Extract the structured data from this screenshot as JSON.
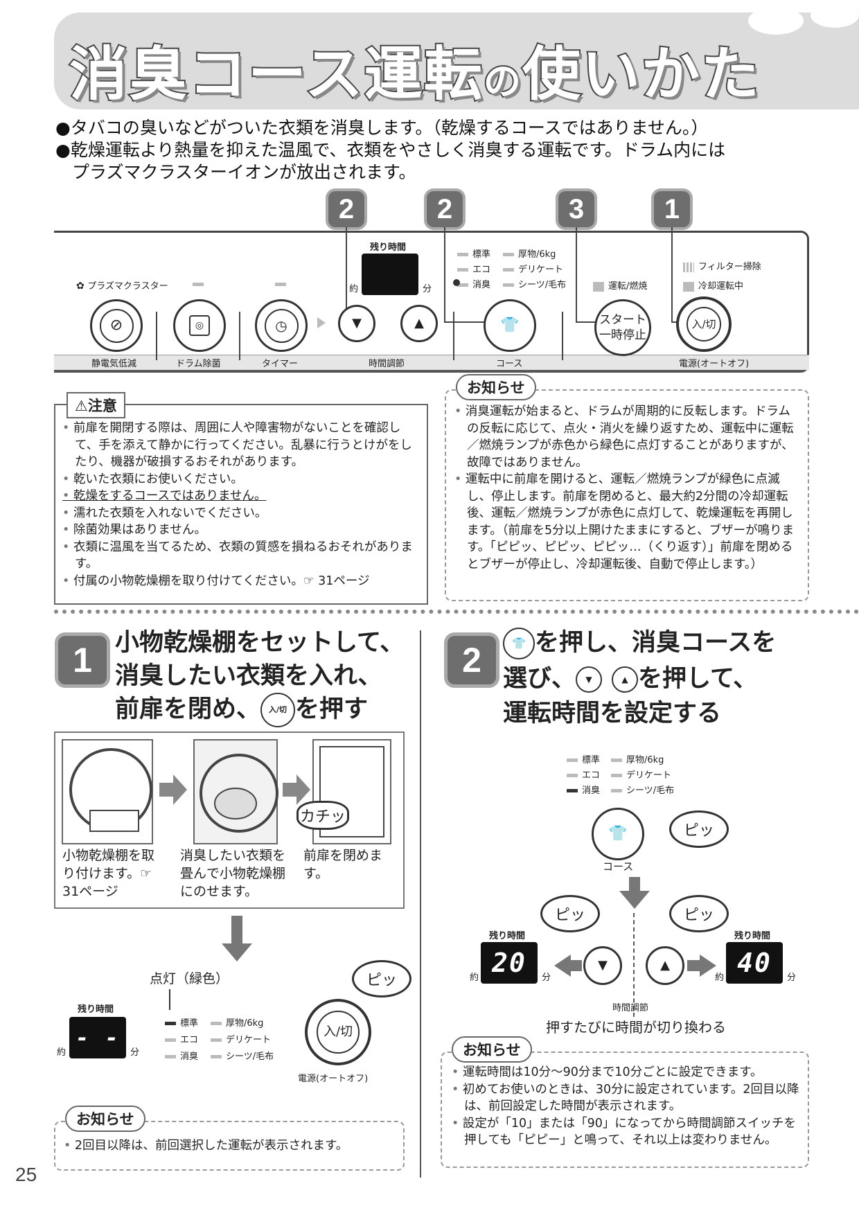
{
  "title": {
    "main1": "消臭コース運転",
    "particle": "の",
    "main2": "使いかた"
  },
  "intro": [
    "●タバコの臭いなどがついた衣類を消臭します。（乾燥するコースではありません。）",
    "●乾燥運転より熱量を抑えた温風で、衣類をやさしく消臭する運転です。ドラム内には",
    "プラズマクラスターイオンが放出されます。"
  ],
  "panel": {
    "badges": [
      "2",
      "2",
      "3",
      "1"
    ],
    "plasma_label": "プラズマクラスター",
    "remaining": "残り時間",
    "approx": "約",
    "minutes": "分",
    "courses": [
      "標準",
      "厚物/6kg",
      "エコ",
      "デリケート",
      "消臭",
      "シーツ/毛布"
    ],
    "filter": "フィルター掃除",
    "cooling": "冷却運転中",
    "run_burn": "運転/燃焼",
    "start_l1": "スタート",
    "start_l2": "一時停止",
    "power": "入/切",
    "labels": {
      "static": "静電気低減",
      "drum": "ドラム除菌",
      "timer": "タイマー",
      "time_adj": "時間調節",
      "course": "コース",
      "power": "電源(オートオフ)"
    }
  },
  "caution": {
    "title": "注意",
    "items": [
      "前扉を開閉する際は、周囲に人や障害物がないことを確認して、手を添えて静かに行ってください。乱暴に行うとけがをしたり、機器が破損するおそれがあります。",
      "乾いた衣類にお使いください。",
      "乾燥をするコースではありません。",
      "濡れた衣類を入れないでください。",
      "除菌効果はありません。",
      "衣類に温風を当てるため、衣類の質感を損ねるおそれがあります。",
      "付属の小物乾燥棚を取り付けてください。☞ 31ページ"
    ]
  },
  "notice1": {
    "title": "お知らせ",
    "items": [
      "消臭運転が始まると、ドラムが周期的に反転します。ドラムの反転に応じて、点火・消火を繰り返すため、運転中に運転／燃焼ランプが赤色から緑色に点灯することがありますが、故障ではありません。",
      "運転中に前扉を開けると、運転／燃焼ランプが緑色に点滅し、停止します。前扉を閉めると、最大約2分間の冷却運転後、運転／燃焼ランプが赤色に点灯して、乾燥運転を再開します。（前扉を5分以上開けたままにすると、ブザーが鳴ります。「ピピッ、ピピッ、ピピッ…（くり返す）」前扉を閉めるとブザーが停止し、冷却運転後、自動で停止します。）"
    ]
  },
  "step1": {
    "num": "1",
    "lines": [
      "小物乾燥棚をセットして、",
      "消臭したい衣類を入れ、",
      "前扉を閉め、",
      "を押す"
    ],
    "btn": "入/切",
    "captions": [
      "小物乾燥棚を取り付けます。☞ 31ページ",
      "消臭したい衣類を畳んで小物乾燥棚にのせます。",
      "前扉を閉めます。"
    ],
    "click": "カチッ",
    "lit": "点灯（緑色）",
    "remaining": "残り時間",
    "approx": "約",
    "minutes": "分",
    "display": "- -",
    "pi": "ピッ",
    "power": "入/切",
    "power_label": "電源(オートオフ)"
  },
  "notice2": {
    "title": "お知らせ",
    "items": [
      "2回目以降は、前回選択した運転が表示されます。"
    ]
  },
  "step2": {
    "num": "2",
    "lines": [
      "を押し、消臭コースを",
      "選び、",
      "を押して、",
      "運転時間を設定する"
    ],
    "course_label": "コース",
    "pi": "ピッ",
    "remaining": "残り時間",
    "approx": "約",
    "minutes": "分",
    "left_display": "20",
    "right_display": "40",
    "time_adj": "時間調節",
    "change_note": "押すたびに時間が切り換わる"
  },
  "notice3": {
    "title": "お知らせ",
    "items": [
      "運転時間は10分～90分まで10分ごとに設定できます。",
      "初めてお使いのときは、30分に設定されています。2回目以降は、前回設定した時間が表示されます。",
      "設定が「10」または「90」になってから時間調節スイッチを押しても「ピピー」と鳴って、それ以上は変わりません。"
    ]
  },
  "page_number": "25"
}
